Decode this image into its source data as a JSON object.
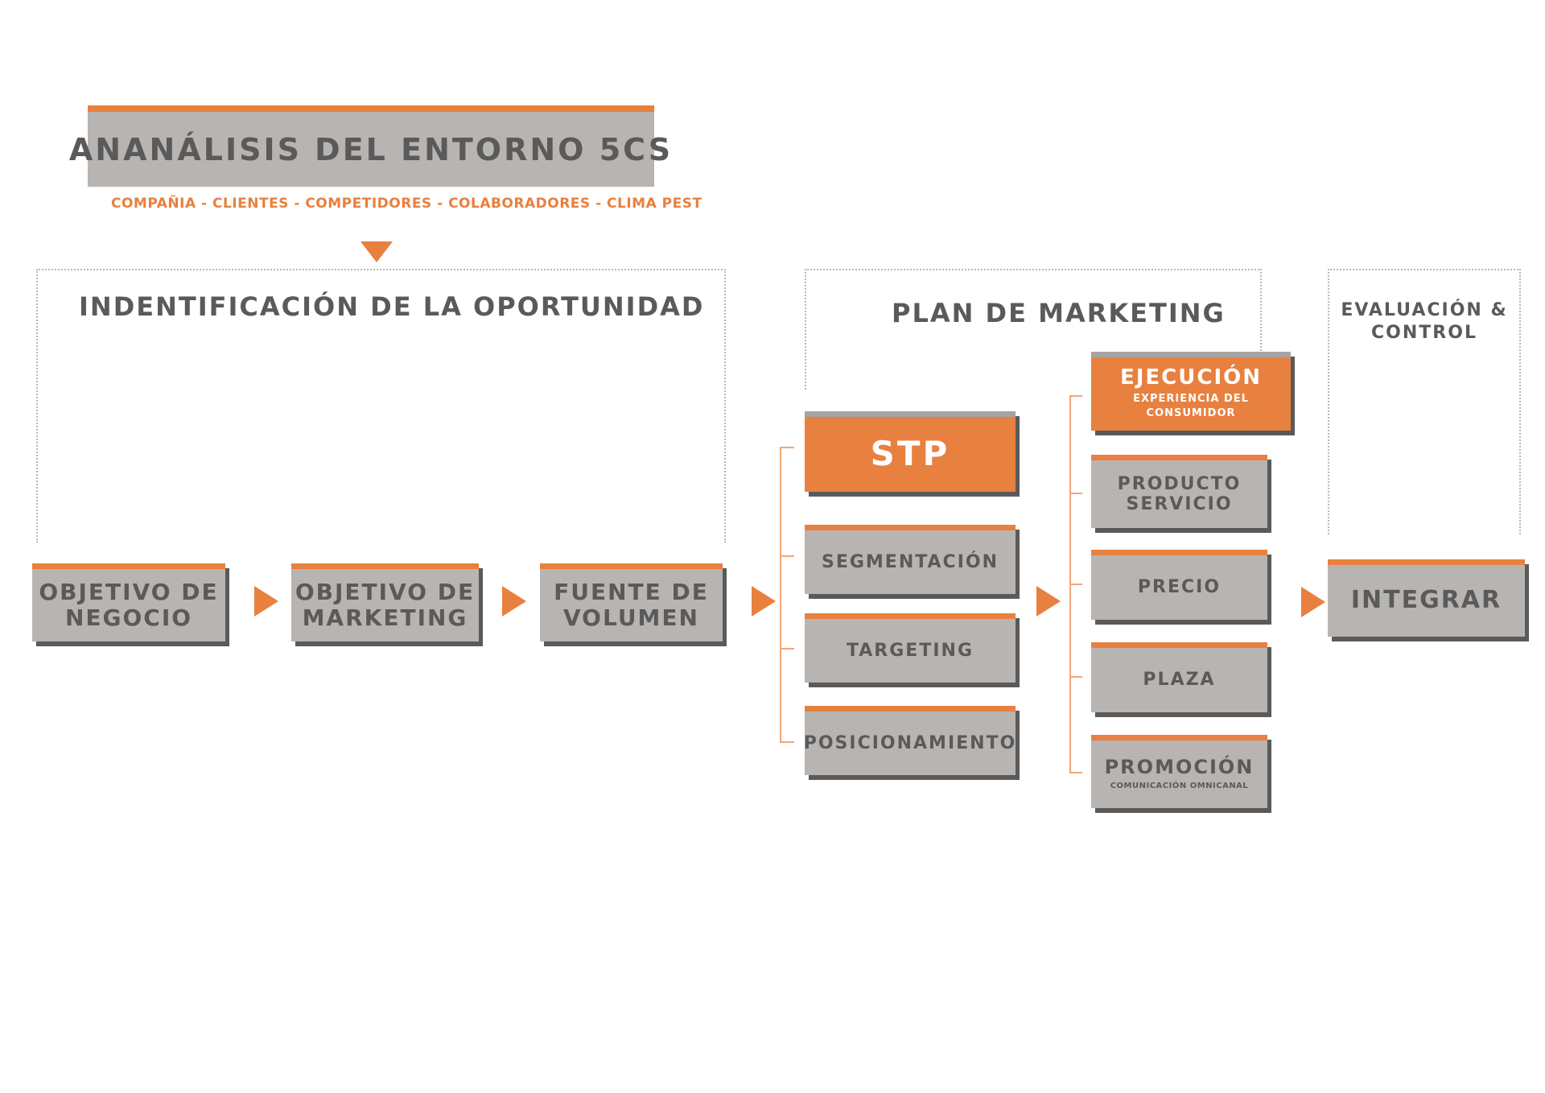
{
  "header": {
    "title": "ANANÁLISIS DEL ENTORNO 5CS",
    "subtitle": "COMPAÑIA - CLIENTES - COMPETIDORES - COLABORADORES - CLIMA PEST"
  },
  "sections": {
    "oportunidad": "INDENTIFICACIÓN DE LA OPORTUNIDAD",
    "plan": "PLAN DE MARKETING",
    "evaluacion": "EVALUACIÓN &\nCONTROL"
  },
  "flow": {
    "objetivo_negocio": "OBJETIVO DE\nNEGOCIO",
    "objetivo_marketing": "OBJETIVO DE\nMARKETING",
    "fuente_volumen": "FUENTE DE\nVOLUMEN",
    "integrar": "INTEGRAR"
  },
  "stp": {
    "title": "STP",
    "items": [
      "SEGMENTACIÓN",
      "TARGETING",
      "POSICIONAMIENTO"
    ]
  },
  "ejecucion": {
    "title": "EJECUCIÓN",
    "subtitle": "EXPERIENCIA DEL\nCONSUMIDOR",
    "producto": "PRODUCTO\nSERVICIO",
    "precio": "PRECIO",
    "plaza": "PLAZA",
    "promocion": "PROMOCIÓN",
    "promocion_sub": "COMUNICACIÓN OMNICANAL"
  },
  "colors": {
    "accent": "#e8803f",
    "box": "#b8b4b1",
    "text": "#5a5a5a",
    "shadow": "#5a5a5a"
  }
}
